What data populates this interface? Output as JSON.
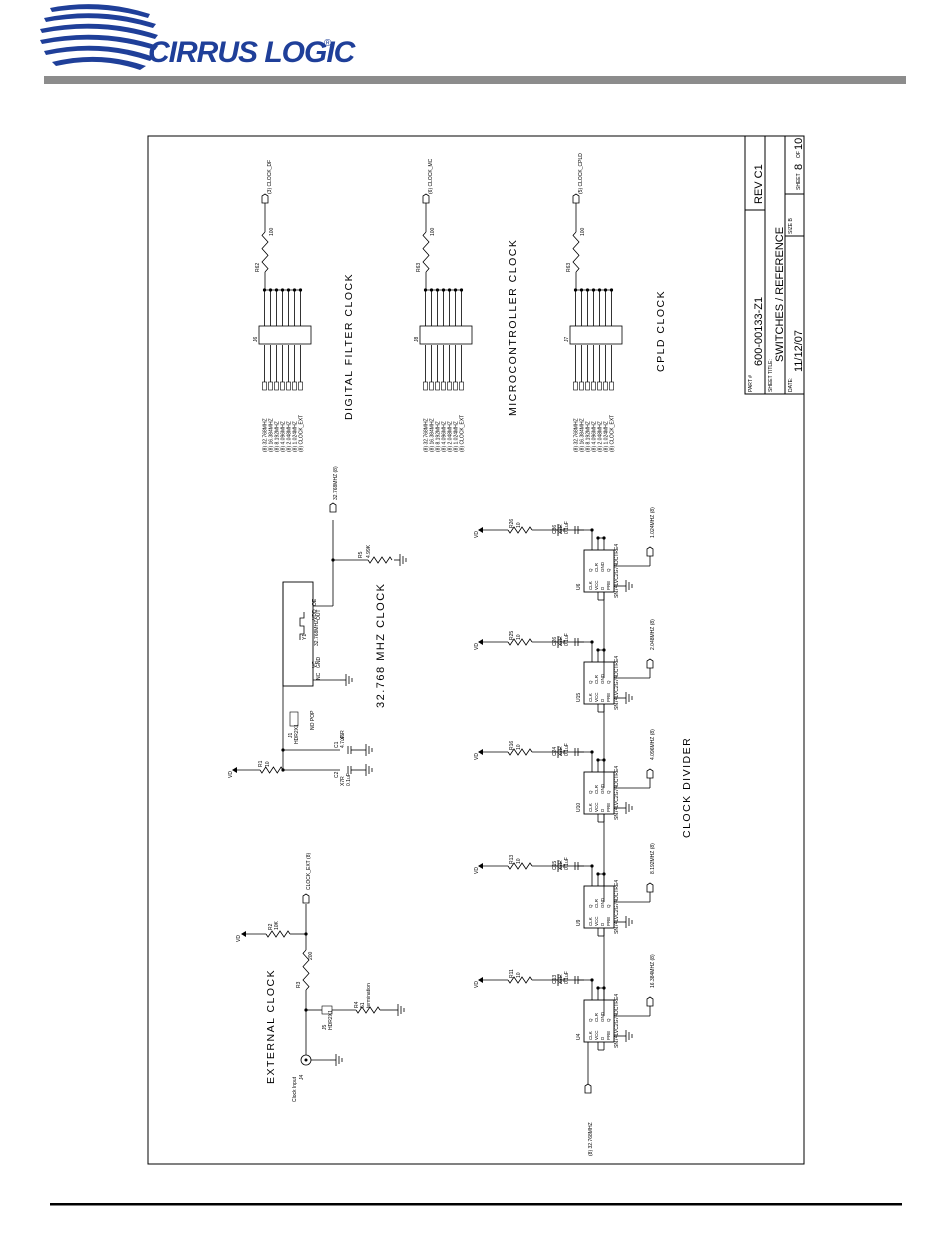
{
  "header": {
    "brand": "CIRRUS LOGIC",
    "brand_mark": "®",
    "colors": {
      "brand_blue": "#1f3f99",
      "header_bar": "#8c8c8c",
      "ink": "#000000"
    }
  },
  "title_block": {
    "part_label": "PART #",
    "part_number": "600-00133-Z1",
    "rev": "REV C1",
    "sheet_title_label": "SHEET TITLE:",
    "sheet_title": "SWITCHES / REFERENCE",
    "date_label": "DATE:",
    "date": "11/12/07",
    "size_label": "SIZE B",
    "sheet_label": "SHEET",
    "sheet_number": "8",
    "of_label": "OF",
    "sheet_total": "10"
  },
  "sections": {
    "digital_filter": "DIGITAL FILTER CLOCK",
    "microcontroller": "MICROCONTROLLER CLOCK",
    "cpld": "CPLD CLOCK",
    "osc": "32.768 MHZ CLOCK",
    "divider": "CLOCK DIVIDER",
    "external": "EXTERNAL CLOCK"
  },
  "clock_nets": [
    "(8) 32.768MHZ",
    "(8) 16.384MHZ",
    "(8) 8.192MHZ",
    "(8) 4.096MHZ",
    "(8) 2.048MHZ",
    "(8) 1.024MHZ",
    "(8) CLOCK_EXT"
  ],
  "headers": [
    {
      "ref": "J6",
      "res": "R62",
      "res_val": "100",
      "out": "(3) CLOCK_DF"
    },
    {
      "ref": "J8",
      "res": "R63",
      "res_val": "100",
      "out": "(6) CLOCK_MC"
    },
    {
      "ref": "J7",
      "res": "R63",
      "res_val": "100",
      "out": "(5) CLOCK_CPLD"
    }
  ],
  "oscillator": {
    "ref": "Y1",
    "part": "32.768MHZ",
    "pin_labels": {
      "vdd": "VDD",
      "oe": "OE",
      "out": "OUT",
      "gnd": "GND",
      "vc": "VC",
      "nc": "NC"
    },
    "out_net": "32.768MHZ (8)",
    "r_pull": "R5",
    "r_pull_val": "4.99K",
    "supply": "VD",
    "r1": "R1",
    "r1_val": "10",
    "c1": "C1",
    "c1_type": "X5R",
    "c1_val": "4.7uF",
    "c2": "C2",
    "c2_type": "X7R",
    "c2_val": "0.1uF",
    "jumper": "J1",
    "jumper_part": "HDR2X1",
    "jumper_note": "NO POP"
  },
  "dividers": [
    {
      "ref": "U4",
      "part": "SN74LVC2G74DCTRE4",
      "res": "R11",
      "cap": "C13",
      "out": "16.384MHZ (8)"
    },
    {
      "ref": "U9",
      "part": "SN74LVC2G74DCTRE4",
      "res": "R13",
      "cap": "C15",
      "out": "8.192MHZ (8)"
    },
    {
      "ref": "U10",
      "part": "SN74LVC2G74DCTRE4",
      "res": "R16",
      "cap": "C24",
      "out": "4.096MHZ (8)"
    },
    {
      "ref": "U15",
      "part": "SN74LVC2G74DCTRE4",
      "res": "R25",
      "cap": "C26",
      "out": "2.048MHZ (8)"
    },
    {
      "ref": "U6",
      "part": "SN74LVC2G74DCTRE4",
      "res": "R26",
      "cap": "C36",
      "out": "1.024MHZ (8)"
    }
  ],
  "divider_common": {
    "supply": "VD",
    "res_val": "10",
    "cap_type": "X7R",
    "cap_val": "0.1uF",
    "input_net": "(8) 32.768MHZ",
    "pins": [
      "CLK",
      "VCC",
      "D",
      "PRE",
      "Q",
      "CLR",
      "GND",
      "Q"
    ]
  },
  "external": {
    "connector": "J4",
    "connector_label": "Clock Input",
    "jumper": "J5",
    "jumper_part": "HDR2X1",
    "term_res": "R4",
    "term_val": "51",
    "term_label": "termination",
    "r3": "R3",
    "r3_val": "200",
    "r2": "R2",
    "r2_val": "10K",
    "supply": "VD",
    "out_net": "CLOCK_EXT (8)"
  }
}
